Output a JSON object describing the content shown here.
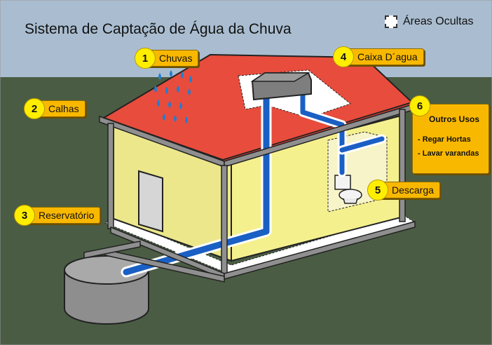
{
  "title": "Sistema de Captação de Água da Chuva",
  "legend": {
    "label": "Áreas Ocultas"
  },
  "callouts": [
    {
      "number": "1",
      "label": "Chuvas"
    },
    {
      "number": "2",
      "label": "Calhas"
    },
    {
      "number": "3",
      "label": "Reservatório"
    },
    {
      "number": "4",
      "label": "Caixa D´agua"
    },
    {
      "number": "5",
      "label": "Descarga"
    }
  ],
  "outros_usos": {
    "number": "6",
    "title": "Outros Usos",
    "items": [
      "- Regar Hortas",
      "- Lavar varandas"
    ]
  },
  "colors": {
    "sky": "#aabdd0",
    "grass": "#4a5d44",
    "roof": "#e84c3d",
    "wall": "#f5f08e",
    "pipe_water": "#1a5fc4",
    "callout_fill": "#f9b800",
    "number_fill": "#ffee00"
  }
}
